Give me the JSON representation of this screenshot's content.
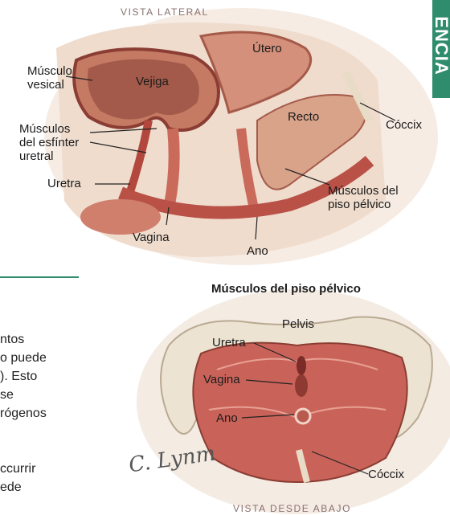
{
  "tab_label": "ENCIA",
  "top": {
    "caption": "VISTA LATERAL",
    "labels": {
      "musculo_vesical": "Músculo\nvesical",
      "vejiga": "Vejiga",
      "utero": "Útero",
      "esfinter": "Músculos\ndel esfínter\nuretral",
      "recto": "Recto",
      "coccix": "Cóccix",
      "uretra": "Uretra",
      "piso_pelvico": "Músculos del\npiso pélvico",
      "vagina": "Vagina",
      "ano": "Ano"
    }
  },
  "bottom": {
    "title": "Músculos del piso pélvico",
    "caption": "VISTA DESDE ABAJO",
    "signature": "C. Lynm",
    "labels": {
      "pelvis": "Pelvis",
      "uretra": "Uretra",
      "vagina": "Vagina",
      "ano": "Ano",
      "coccix": "Cóccix"
    }
  },
  "side_text": {
    "lines": [
      "ntos",
      "o puede",
      "). Esto",
      " se",
      "rógenos",
      "",
      "ccurrir",
      "ede"
    ]
  },
  "colors": {
    "accent": "#2f8c6d",
    "muscle": "#c9635a",
    "tissue": "#e8b9a3",
    "bone": "#efe6d6"
  }
}
